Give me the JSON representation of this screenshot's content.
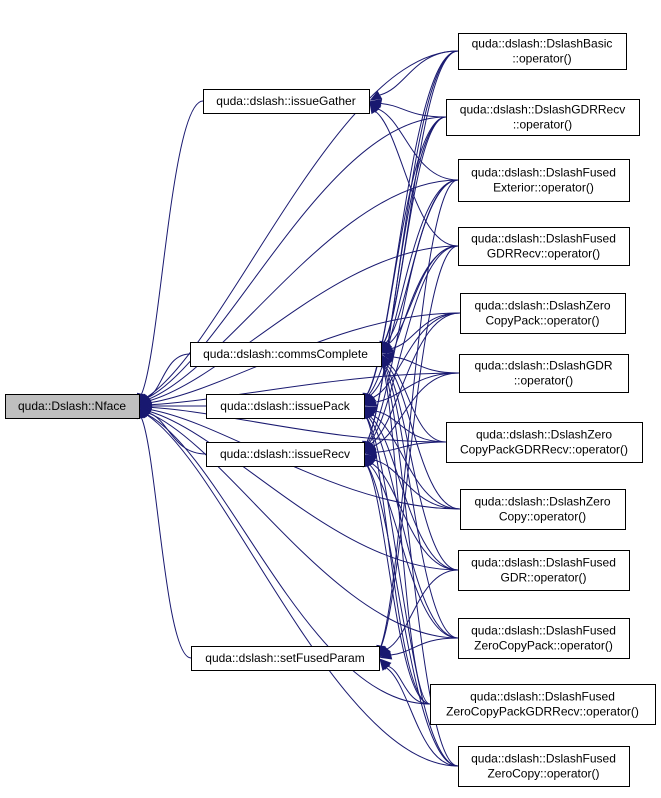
{
  "nodes": [
    {
      "id": "nface",
      "lines": [
        "quda::Dslash::Nface"
      ],
      "focus": true
    },
    {
      "id": "issueGather",
      "lines": [
        "quda::dslash::issueGather"
      ]
    },
    {
      "id": "commsComplete",
      "lines": [
        "quda::dslash::commsComplete"
      ]
    },
    {
      "id": "issuePack",
      "lines": [
        "quda::dslash::issuePack"
      ]
    },
    {
      "id": "issueRecv",
      "lines": [
        "quda::dslash::issueRecv"
      ]
    },
    {
      "id": "setFusedParam",
      "lines": [
        "quda::dslash::setFusedParam"
      ]
    },
    {
      "id": "basic",
      "lines": [
        "quda::dslash::DslashBasic",
        "::operator()"
      ]
    },
    {
      "id": "gdrRecv",
      "lines": [
        "quda::dslash::DslashGDRRecv",
        "::operator()"
      ]
    },
    {
      "id": "fusedExterior",
      "lines": [
        "quda::dslash::DslashFused",
        "Exterior::operator()"
      ]
    },
    {
      "id": "fusedGDRRecv",
      "lines": [
        "quda::dslash::DslashFused",
        "GDRRecv::operator()"
      ]
    },
    {
      "id": "zeroCopyPack",
      "lines": [
        "quda::dslash::DslashZero",
        "CopyPack::operator()"
      ]
    },
    {
      "id": "gdr",
      "lines": [
        "quda::dslash::DslashGDR",
        "::operator()"
      ]
    },
    {
      "id": "zeroCopyPackGDRRecv",
      "lines": [
        "quda::dslash::DslashZero",
        "CopyPackGDRRecv::operator()"
      ]
    },
    {
      "id": "zeroCopy",
      "lines": [
        "quda::dslash::DslashZero",
        "Copy::operator()"
      ]
    },
    {
      "id": "fusedGDR",
      "lines": [
        "quda::dslash::DslashFused",
        "GDR::operator()"
      ]
    },
    {
      "id": "fusedZeroCopyPack",
      "lines": [
        "quda::dslash::DslashFused",
        "ZeroCopyPack::operator()"
      ]
    },
    {
      "id": "fusedZeroCopyPackGDRRecv",
      "lines": [
        "quda::dslash::DslashFused",
        "ZeroCopyPackGDRRecv::operator()"
      ]
    },
    {
      "id": "fusedZeroCopy",
      "lines": [
        "quda::dslash::DslashFused",
        "ZeroCopy::operator()"
      ]
    }
  ],
  "edges": [
    [
      "issueGather",
      "nface"
    ],
    [
      "commsComplete",
      "nface"
    ],
    [
      "issuePack",
      "nface"
    ],
    [
      "issueRecv",
      "nface"
    ],
    [
      "setFusedParam",
      "nface"
    ],
    [
      "basic",
      "nface"
    ],
    [
      "gdrRecv",
      "nface"
    ],
    [
      "fusedExterior",
      "nface"
    ],
    [
      "fusedGDRRecv",
      "nface"
    ],
    [
      "zeroCopyPack",
      "nface"
    ],
    [
      "gdr",
      "nface"
    ],
    [
      "zeroCopyPackGDRRecv",
      "nface"
    ],
    [
      "zeroCopy",
      "nface"
    ],
    [
      "fusedGDR",
      "nface"
    ],
    [
      "fusedZeroCopyPack",
      "nface"
    ],
    [
      "fusedZeroCopyPackGDRRecv",
      "nface"
    ],
    [
      "fusedZeroCopy",
      "nface"
    ],
    [
      "basic",
      "issueGather"
    ],
    [
      "gdrRecv",
      "issueGather"
    ],
    [
      "fusedExterior",
      "issueGather"
    ],
    [
      "fusedGDRRecv",
      "issueGather"
    ],
    [
      "basic",
      "commsComplete"
    ],
    [
      "gdrRecv",
      "commsComplete"
    ],
    [
      "fusedExterior",
      "commsComplete"
    ],
    [
      "fusedGDRRecv",
      "commsComplete"
    ],
    [
      "zeroCopyPack",
      "commsComplete"
    ],
    [
      "gdr",
      "commsComplete"
    ],
    [
      "zeroCopyPackGDRRecv",
      "commsComplete"
    ],
    [
      "zeroCopy",
      "commsComplete"
    ],
    [
      "fusedGDR",
      "commsComplete"
    ],
    [
      "fusedZeroCopyPack",
      "commsComplete"
    ],
    [
      "fusedZeroCopyPackGDRRecv",
      "commsComplete"
    ],
    [
      "fusedZeroCopy",
      "commsComplete"
    ],
    [
      "basic",
      "issuePack"
    ],
    [
      "gdrRecv",
      "issuePack"
    ],
    [
      "fusedExterior",
      "issuePack"
    ],
    [
      "fusedGDRRecv",
      "issuePack"
    ],
    [
      "zeroCopyPack",
      "issuePack"
    ],
    [
      "gdr",
      "issuePack"
    ],
    [
      "zeroCopyPackGDRRecv",
      "issuePack"
    ],
    [
      "zeroCopy",
      "issuePack"
    ],
    [
      "fusedGDR",
      "issuePack"
    ],
    [
      "fusedZeroCopyPack",
      "issuePack"
    ],
    [
      "fusedZeroCopyPackGDRRecv",
      "issuePack"
    ],
    [
      "fusedZeroCopy",
      "issuePack"
    ],
    [
      "basic",
      "issueRecv"
    ],
    [
      "gdrRecv",
      "issueRecv"
    ],
    [
      "fusedExterior",
      "issueRecv"
    ],
    [
      "fusedGDRRecv",
      "issueRecv"
    ],
    [
      "zeroCopyPack",
      "issueRecv"
    ],
    [
      "gdr",
      "issueRecv"
    ],
    [
      "zeroCopyPackGDRRecv",
      "issueRecv"
    ],
    [
      "zeroCopy",
      "issueRecv"
    ],
    [
      "fusedGDR",
      "issueRecv"
    ],
    [
      "fusedZeroCopyPack",
      "issueRecv"
    ],
    [
      "fusedZeroCopyPackGDRRecv",
      "issueRecv"
    ],
    [
      "fusedZeroCopy",
      "issueRecv"
    ],
    [
      "fusedExterior",
      "setFusedParam"
    ],
    [
      "fusedGDRRecv",
      "setFusedParam"
    ],
    [
      "fusedGDR",
      "setFusedParam"
    ],
    [
      "fusedZeroCopyPack",
      "setFusedParam"
    ],
    [
      "fusedZeroCopyPackGDRRecv",
      "setFusedParam"
    ],
    [
      "fusedZeroCopy",
      "setFusedParam"
    ]
  ],
  "colors": {
    "edge": "#191970",
    "focus_fill": "#bfbfbf",
    "node_fill": "#ffffff"
  }
}
